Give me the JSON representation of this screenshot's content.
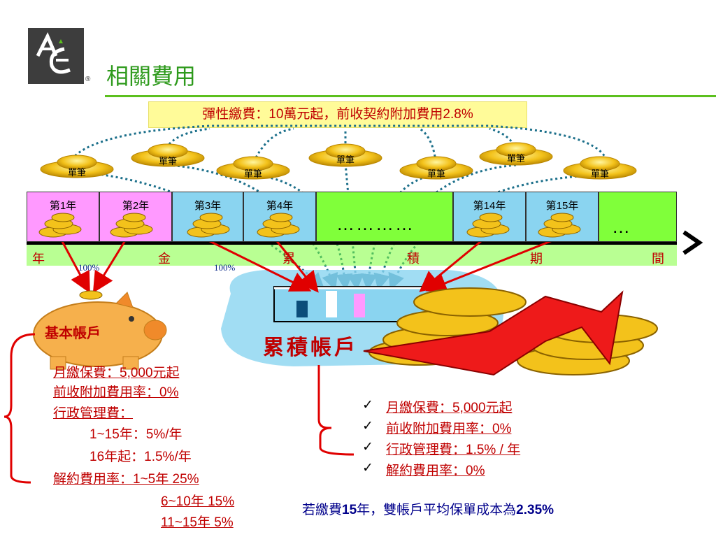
{
  "title": "相關費用",
  "logo_mark": "®",
  "flex_note": "彈性繳費：10萬元起，前收契約附加費用2.8%",
  "single_label": "單筆",
  "years": [
    "第1年",
    "第2年",
    "第3年",
    "第4年",
    "",
    "第14年",
    "第15年",
    ""
  ],
  "dots_mid": "…………",
  "dots_end": "…",
  "timeline_words": [
    "年",
    "金",
    "累",
    "積",
    "期",
    "間"
  ],
  "pct_left": "100%",
  "pct_right": "100%",
  "basic_account": {
    "title": "基本帳戶",
    "lines": [
      "月繳保費：5,000元起",
      "前收附加費用率：0%",
      "行政管理費：",
      "1~15年：5%/年",
      "16年起：1.5%/年",
      "解約費用率：1~5年 25%",
      "6~10年 15%",
      "11~15年 5%"
    ]
  },
  "accum_account": {
    "title": "累積帳戶",
    "items": [
      "月繳保費：5,000元起",
      "前收附加費用率：0%",
      "行政管理費：1.5% / 年",
      "解約費用率：0%"
    ]
  },
  "footer": {
    "pre": "若繳費",
    "num1": "15",
    "mid": "年，雙帳戶平均保單成本為",
    "num2": "2.35%"
  },
  "colors": {
    "title_green": "#2e9a1c",
    "pink": "#ff99ff",
    "blue": "#8ad4f0",
    "green": "#80ff3a",
    "red": "#c00000"
  }
}
